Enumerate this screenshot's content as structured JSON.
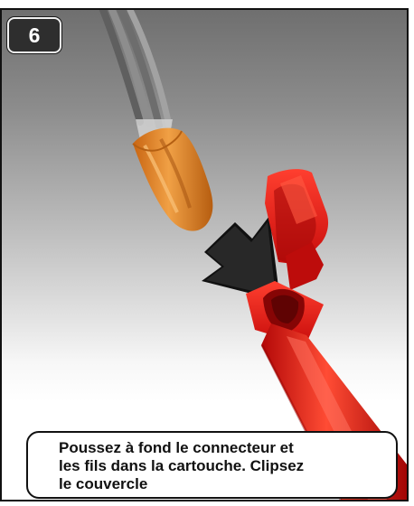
{
  "step": {
    "number": "6"
  },
  "instruction": {
    "line1": "Poussez à fond le connecteur et",
    "line2": "les fils dans la cartouche. Clipsez",
    "line3": "le couvercle"
  },
  "illustration": {
    "items": [
      "grey-wires",
      "orange-wire-connector",
      "insertion-arrow",
      "red-cartridge-with-lid"
    ],
    "colors": {
      "wire": "#7d7d7d",
      "connector": "#e07d22",
      "arrow": "#111111",
      "cartridge": "#d91612"
    }
  }
}
